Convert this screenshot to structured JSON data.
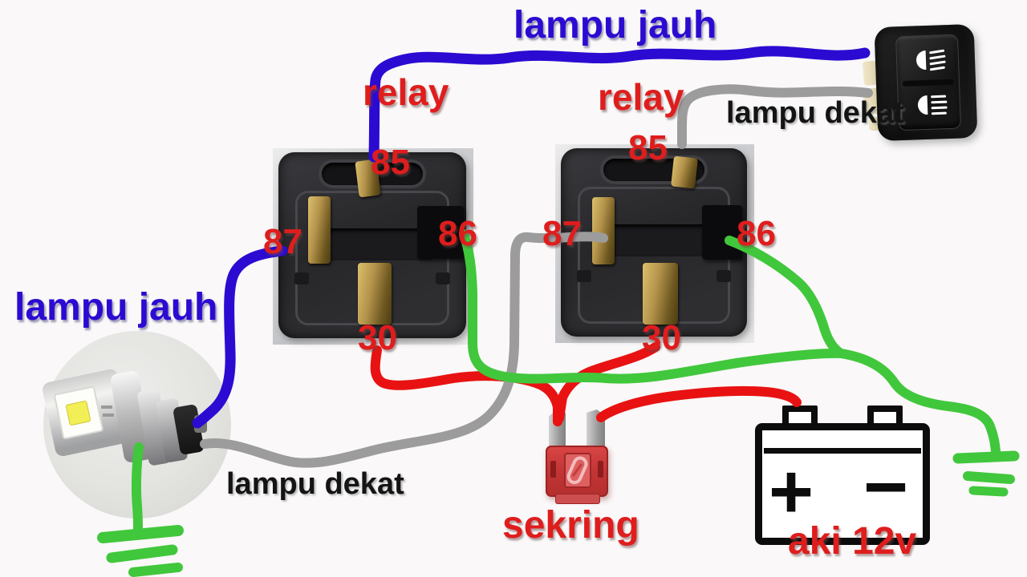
{
  "labels": {
    "lampu_jauh_top": "lampu jauh",
    "relay_left": "relay",
    "relay_right": "relay",
    "lampu_dekat_top": "lampu dekat",
    "lampu_jauh_left": "lampu jauh",
    "lampu_dekat_bottom": "lampu dekat",
    "sekring": "sekring",
    "aki_12v": "aki 12v",
    "battery_plus": "+",
    "battery_minus": "−"
  },
  "relays": {
    "left": {
      "pin85": "85",
      "pin87": "87",
      "pin86": "86",
      "pin30": "30"
    },
    "right": {
      "pin85": "85",
      "pin87": "87",
      "pin86": "86",
      "pin30": "30"
    }
  },
  "colors": {
    "high_beam_wire": "#2b0bd2",
    "low_beam_wire": "#9c9c9c",
    "ground_wire": "#41c73c",
    "power_wire": "#e91212",
    "label_red": "#df1d1d",
    "label_blue": "#2b0bd2",
    "label_black": "#141414"
  }
}
